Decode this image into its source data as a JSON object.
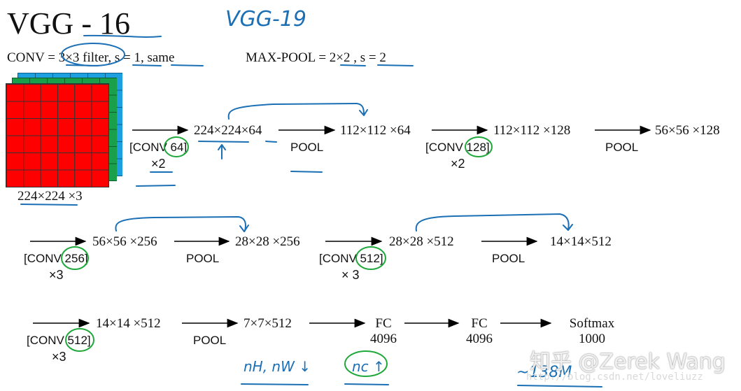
{
  "title": "VGG - 16",
  "handnote_title": "VGG-19",
  "conv_rule": "CONV = 3×3 filter, s = 1, same",
  "pool_rule": "MAX-POOL = 2×2 , s = 2",
  "input_label": "224×224 ×3",
  "row1": {
    "d1": "224×224×64",
    "d2": "112×112 ×64",
    "d3": "112×112 ×128",
    "d4": "56×56 ×128",
    "conv1": "[CONV 64]",
    "conv1_mult": "×2",
    "pool1": "POOL",
    "conv2": "[CONV 128]",
    "conv2_mult": "×2",
    "pool2": "POOL"
  },
  "row2": {
    "d1": "56×56 ×256",
    "d2": "28×28 ×256",
    "d3": "28×28 ×512",
    "d4": "14×14×512",
    "conv1": "[CONV 256]",
    "conv1_mult": "×3",
    "pool1": "POOL",
    "conv2": "[CONV 512]",
    "conv2_mult": "× 3",
    "pool2": "POOL"
  },
  "row3": {
    "d1": "14×14 ×512",
    "d2": "7×7×512",
    "fc1": "FC",
    "fc1_size": "4096",
    "fc2": "FC",
    "fc2_size": "4096",
    "softmax": "Softmax",
    "softmax_size": "1000",
    "conv1": "[CONV 512]",
    "conv1_mult": "×3",
    "pool1": "POOL"
  },
  "handnotes": {
    "nh_nw": "nH, nW ↓",
    "nc": "nc ↑",
    "params": "~138M"
  },
  "watermark_url": "http://blog.csdn.net/loveliuzz",
  "watermark_author": "知乎 @Zerek Wang",
  "colors": {
    "red": "#ff0000",
    "green": "#1aa04a",
    "blue": "#1ea0e0",
    "ink": "#1a6fb5",
    "circle": "#1ea83a"
  }
}
